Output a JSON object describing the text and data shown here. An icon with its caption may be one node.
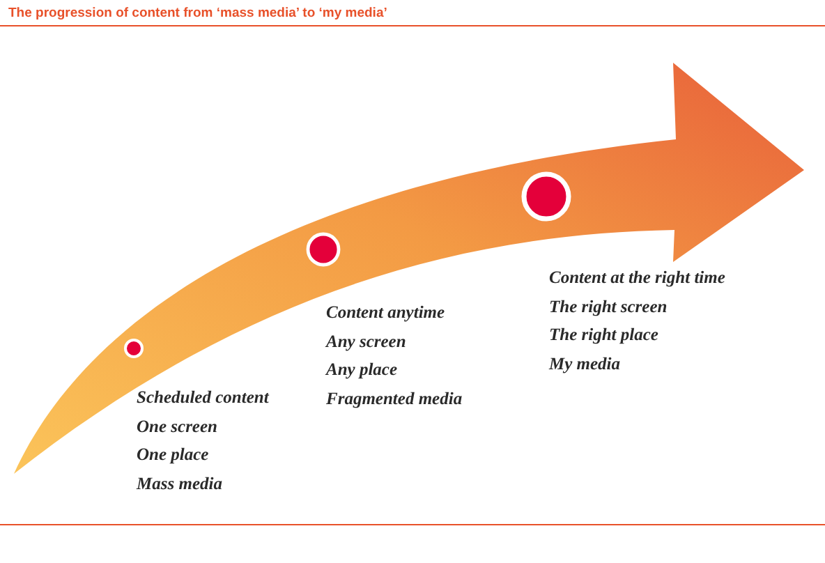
{
  "diagram": {
    "title": "The progression of content from ‘mass media’ to ‘my media’",
    "nodes": [
      {
        "text": [],
        "shape": "circle",
        "beside": [
          "Scheduled content",
          "One screen",
          "One place",
          "Mass media"
        ]
      },
      {
        "text": [],
        "shape": "circle",
        "beside": [
          "Content anytime",
          "Any screen",
          "Any place",
          "Fragmented media"
        ]
      },
      {
        "text": [],
        "shape": "circle",
        "beside": [
          "Content at the right time",
          "The right screen",
          "The right place",
          "My media"
        ]
      }
    ],
    "edges": []
  }
}
